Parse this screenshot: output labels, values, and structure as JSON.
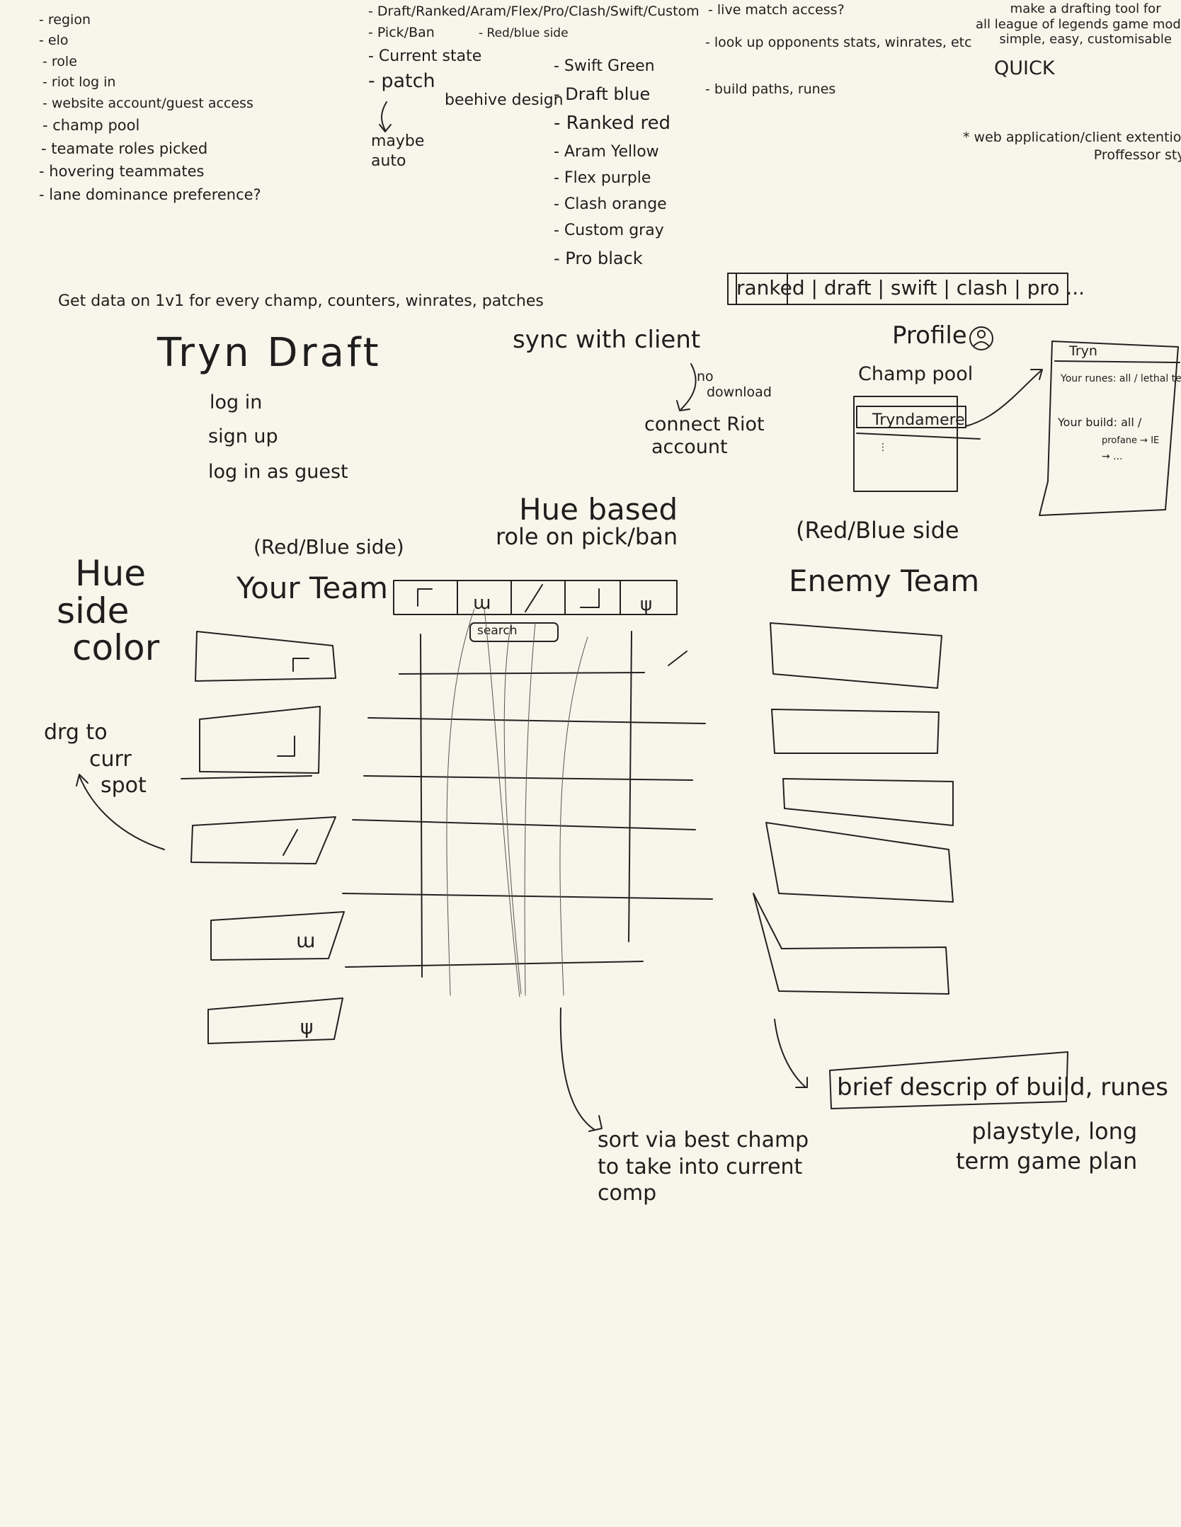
{
  "requirements": [
    "- region",
    "- elo",
    "- role",
    "- riot log in",
    "- website account/guest access",
    "- champ pool",
    "- teamate roles picked",
    "- hovering teammates",
    "- lane dominance preference?"
  ],
  "modes_line": "- Draft/Ranked/Aram/Flex/Pro/Clash/Swift/Custom",
  "pick_ban": "- Pick/Ban",
  "red_blue_side": "- Red/blue side",
  "current_state": "- Current state",
  "patch": "- patch",
  "maybe_auto": [
    "maybe",
    "auto"
  ],
  "beehive": "beehive design",
  "mode_colors": [
    "- Swift Green",
    "- Draft blue",
    "- Ranked red",
    "- Aram Yellow",
    "- Flex purple",
    "- Clash orange",
    "- Custom gray",
    "- Pro black"
  ],
  "live_match": "- live match access?",
  "lookup": "- look up opponents stats, winrates, etc",
  "build_paths": "- build paths, runes",
  "goal": [
    "make a drafting tool for",
    "all league of legends game modes",
    "simple, easy, customisable"
  ],
  "quick": "QUICK",
  "web_app": [
    "* web application/client extention?",
    "Proffessor style"
  ],
  "get_data": "Get data on 1v1 for every champ, counters, winrates, patches",
  "app_title": "Tryn Draft",
  "auth": [
    "log in",
    "sign up",
    "log in as guest"
  ],
  "sync": "sync with client",
  "no_download": [
    "no",
    "download"
  ],
  "connect_riot": [
    "connect Riot",
    "account"
  ],
  "mode_tabs": "ranked | draft | swift | clash | pro ...",
  "profile": "Profile",
  "champ_pool": "Champ pool",
  "champ_entry": "Tryndamere",
  "tryn_card": {
    "title": "Tryn",
    "runes": "Your runes: all / lethal tempo",
    "build": "Your build: all /",
    "build2": "profane → IE",
    "more": "→ ..."
  },
  "hue_pickban": [
    "Hue based",
    "role on pick/ban"
  ],
  "hue_side": [
    "Hue",
    "side",
    "color"
  ],
  "drag": [
    "drg to",
    "curr",
    "spot"
  ],
  "your_side": "(Red/Blue side)",
  "your_team": "Your Team",
  "enemy_side": "(Red/Blue side",
  "enemy_team": "Enemy Team",
  "search": "search",
  "sort_note": [
    "sort via best champ",
    "to take into current",
    "comp"
  ],
  "brief_descrip": "brief descrip of build, runes",
  "playstyle": [
    "playstyle, long",
    "term game plan"
  ]
}
